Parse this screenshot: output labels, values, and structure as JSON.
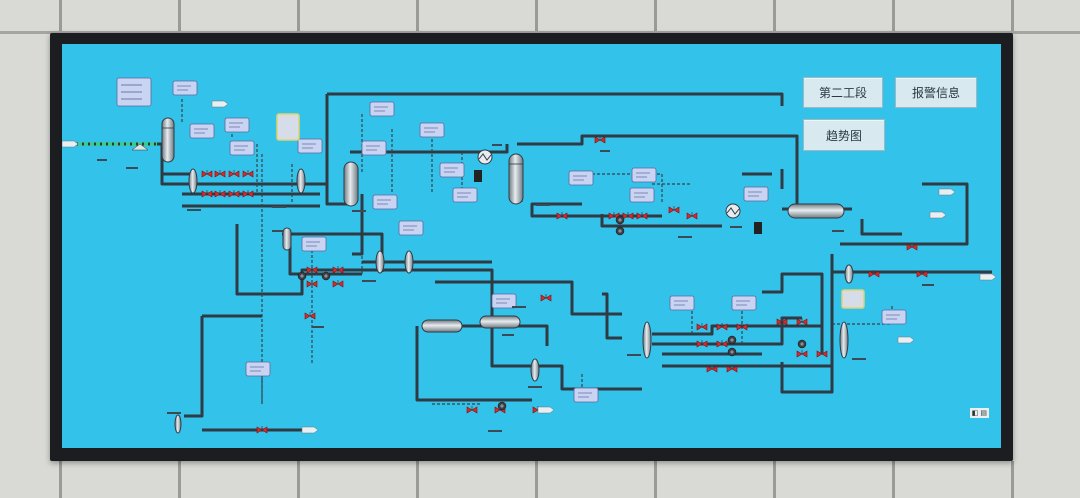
{
  "screen": {
    "menu": {
      "stage_two": "第二工段",
      "alarm_info": "报警信息",
      "trend_chart": "趋势图"
    }
  },
  "colors": {
    "background": "#33c3ea",
    "pipe": "#2f3a44",
    "valve": "#d9292b",
    "panel": "#c9d3f2",
    "vessel": "#c4ccd2"
  },
  "icons": [
    "valve-icon",
    "pump-icon",
    "heat-exchanger-icon",
    "column-icon",
    "tank-icon"
  ]
}
